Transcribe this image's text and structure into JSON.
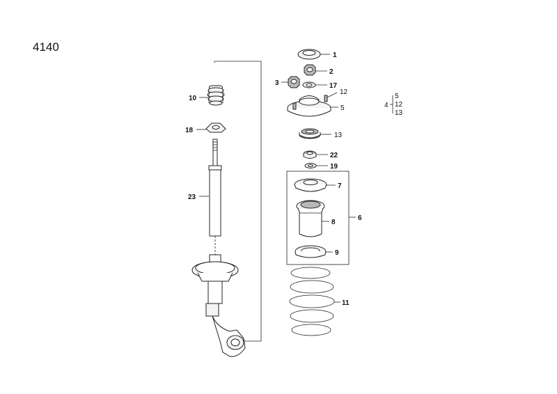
{
  "diagram": {
    "code": "4140",
    "callouts": {
      "c1": "1",
      "c2": "2",
      "c3": "3",
      "c17": "17",
      "c12": "12",
      "c5": "5",
      "c13": "13",
      "c22": "22",
      "c19": "19",
      "c7": "7",
      "c8": "8",
      "c9": "9",
      "c6": "6",
      "c11": "11",
      "c10": "10",
      "c18": "18",
      "c23": "23"
    },
    "kit": {
      "label": "4",
      "items": [
        "5",
        "12",
        "13"
      ]
    }
  }
}
